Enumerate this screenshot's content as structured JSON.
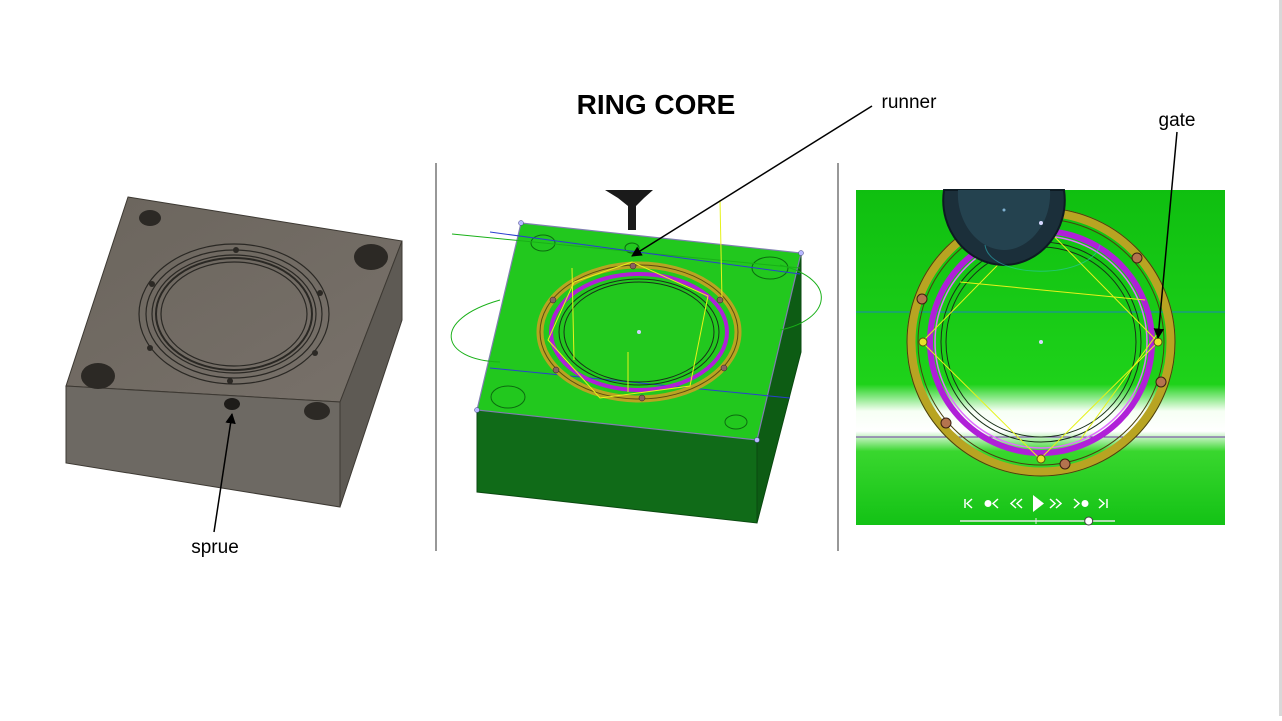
{
  "title": "RING CORE",
  "labels": {
    "sprue": "sprue",
    "runner": "runner",
    "gate": "gate"
  },
  "playback": {
    "first_icon": "skip-to-start-icon",
    "prev_key_icon": "previous-keyframe-icon",
    "rewind_icon": "rewind-icon",
    "play_icon": "play-icon",
    "forward_icon": "fast-forward-icon",
    "next_key_icon": "next-keyframe-icon",
    "last_icon": "skip-to-end-icon",
    "progress": 0.83
  },
  "colors": {
    "mold_green": "#22c81e",
    "mold_side_green": "#106b18",
    "mold_grey_top": "#6e6760",
    "ring_gold": "#b8a422",
    "runner_purple": "#b020d8",
    "divider": "#777777"
  }
}
